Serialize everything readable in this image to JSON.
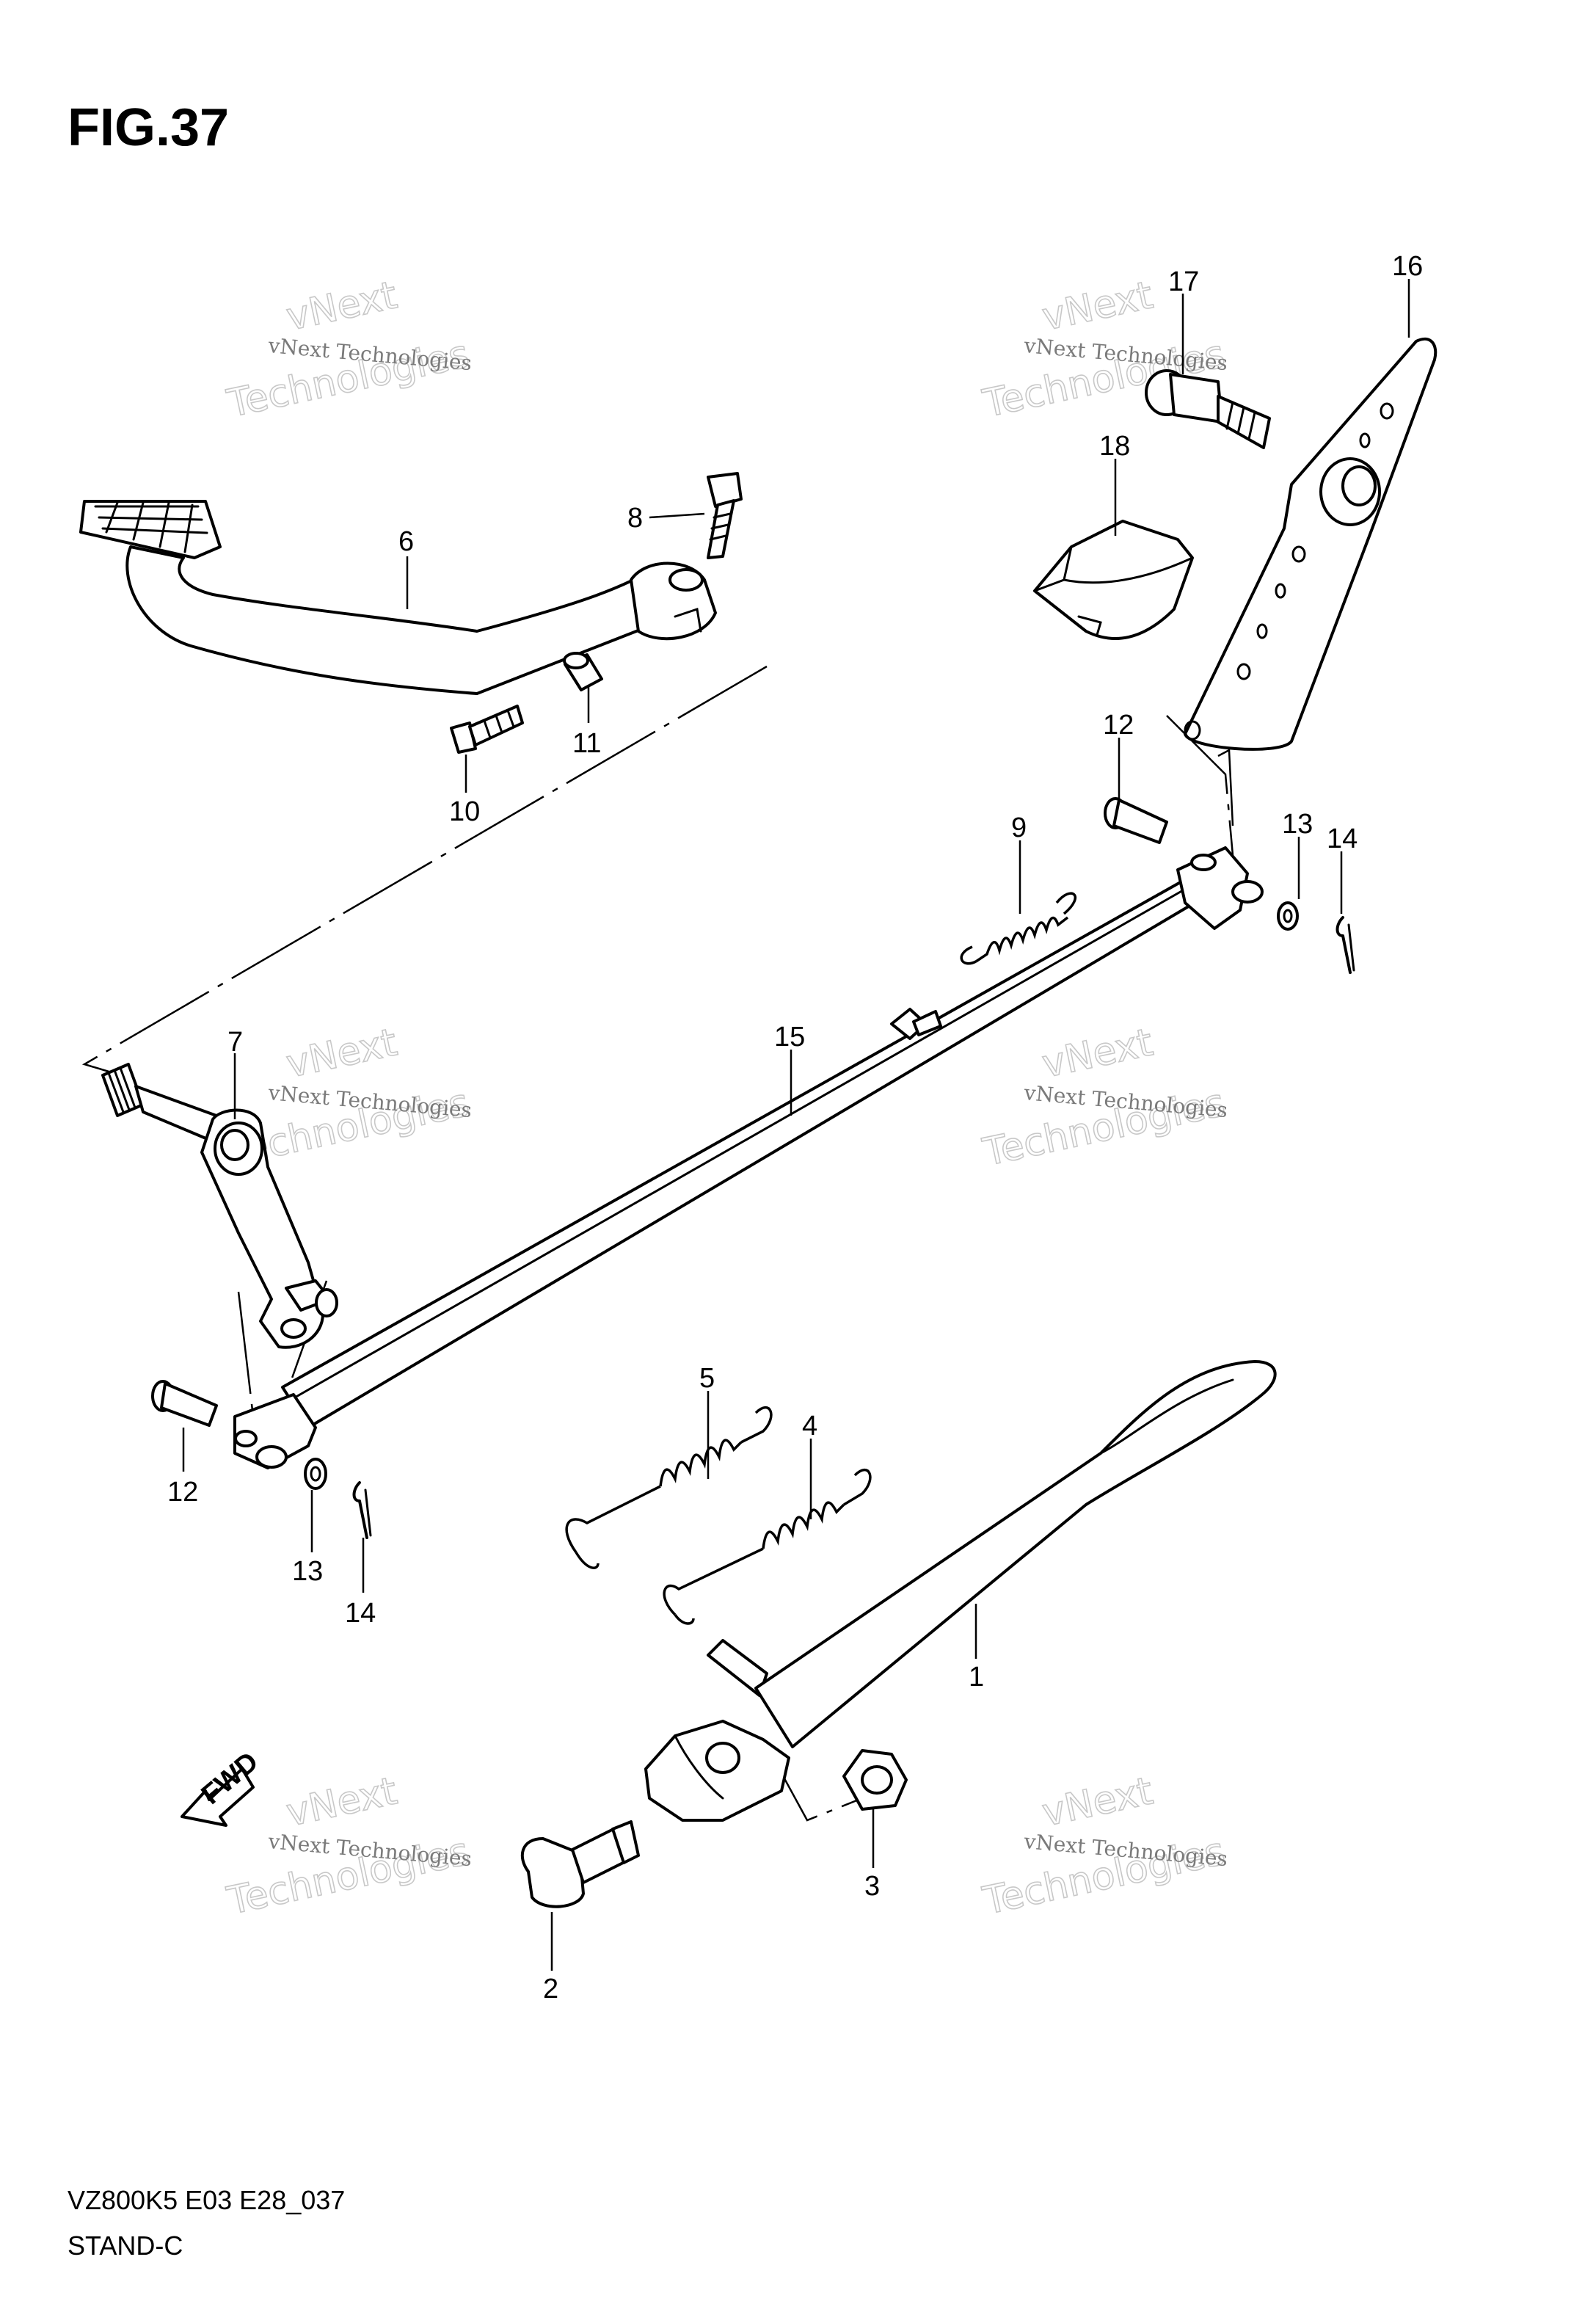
{
  "figure": {
    "title": "FIG.37",
    "code": "VZ800K5 E03 E28_037",
    "name": "STAND-C"
  },
  "fwd_label": "FWD",
  "watermark": {
    "line_small": "vNext Technologies",
    "word_big": "vNext",
    "word_big2": "Technologies"
  },
  "callouts": [
    {
      "id": "c16",
      "text": "16"
    },
    {
      "id": "c17",
      "text": "17"
    },
    {
      "id": "c18",
      "text": "18"
    },
    {
      "id": "c8",
      "text": "8"
    },
    {
      "id": "c6",
      "text": "6"
    },
    {
      "id": "c11",
      "text": "11"
    },
    {
      "id": "c10",
      "text": "10"
    },
    {
      "id": "c12a",
      "text": "12"
    },
    {
      "id": "c9",
      "text": "9"
    },
    {
      "id": "c13a",
      "text": "13"
    },
    {
      "id": "c14a",
      "text": "14"
    },
    {
      "id": "c7",
      "text": "7"
    },
    {
      "id": "c15",
      "text": "15"
    },
    {
      "id": "c5",
      "text": "5"
    },
    {
      "id": "c4",
      "text": "4"
    },
    {
      "id": "c12b",
      "text": "12"
    },
    {
      "id": "c13b",
      "text": "13"
    },
    {
      "id": "c14b",
      "text": "14"
    },
    {
      "id": "c1",
      "text": "1"
    },
    {
      "id": "c3",
      "text": "3"
    },
    {
      "id": "c2",
      "text": "2"
    }
  ]
}
